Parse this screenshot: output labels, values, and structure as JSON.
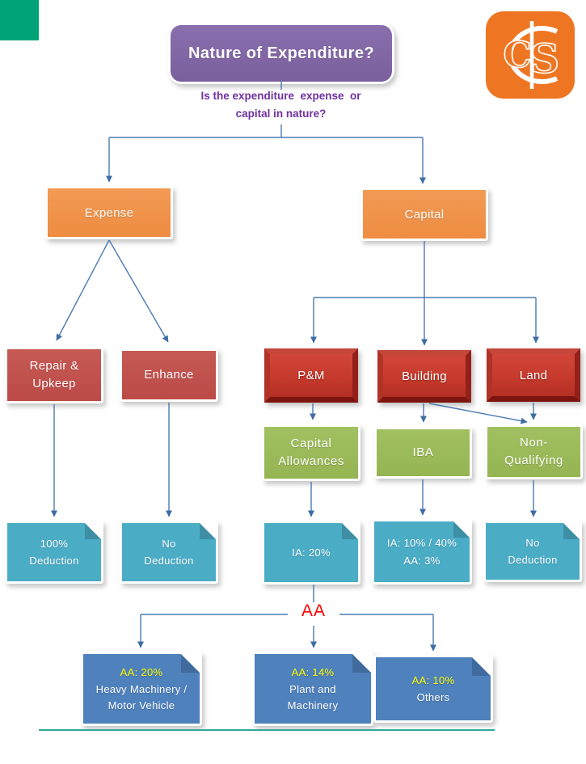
{
  "colors": {
    "purple": "#8064A2",
    "purple_text": "#7030A0",
    "orange": "#F0914B",
    "red_flat": "#C0504D",
    "red_bevel": "#C63A2D",
    "olive": "#9BBB59",
    "teal": "#4BACC6",
    "blue": "#4F81BD",
    "connector_line": "#4A7AB2",
    "aa_text_red": "#FF0000",
    "rate_yellow": "#FFFF00",
    "corner_green": "#00A377",
    "divider_teal": "#2FA89B",
    "logo_orange": "#EE7623"
  },
  "logo": {
    "letter_c": "C",
    "letter_s": "S"
  },
  "header": {
    "title": "Nature of Expenditure?",
    "question": "Is the expenditure  expense  or\ncapital in nature?"
  },
  "nodes": {
    "expense": "Expense",
    "capital": "Capital",
    "repair_upkeep": "Repair &\nUpkeep",
    "enhance": "Enhance",
    "pm": "P&M",
    "building": "Building",
    "land": "Land",
    "capital_allowances": "Capital\nAllowances",
    "iba": "IBA",
    "non_qualifying": "Non-\nQualifying",
    "deduction_100": "100%\nDeduction",
    "no_deduction_expense": "No\nDeduction",
    "ia_20": "IA: 20%",
    "ia_building": "IA: 10% / 40%\nAA: 3%",
    "no_deduction_land": "No\nDeduction",
    "aa_junction": "AA",
    "aa_20": {
      "rate": "AA: 20%",
      "desc": "Heavy Machinery /\nMotor Vehicle"
    },
    "aa_14": {
      "rate": "AA: 14%",
      "desc": "Plant and\nMachinery"
    },
    "aa_10": {
      "rate": "AA: 10%",
      "desc": "Others"
    }
  }
}
